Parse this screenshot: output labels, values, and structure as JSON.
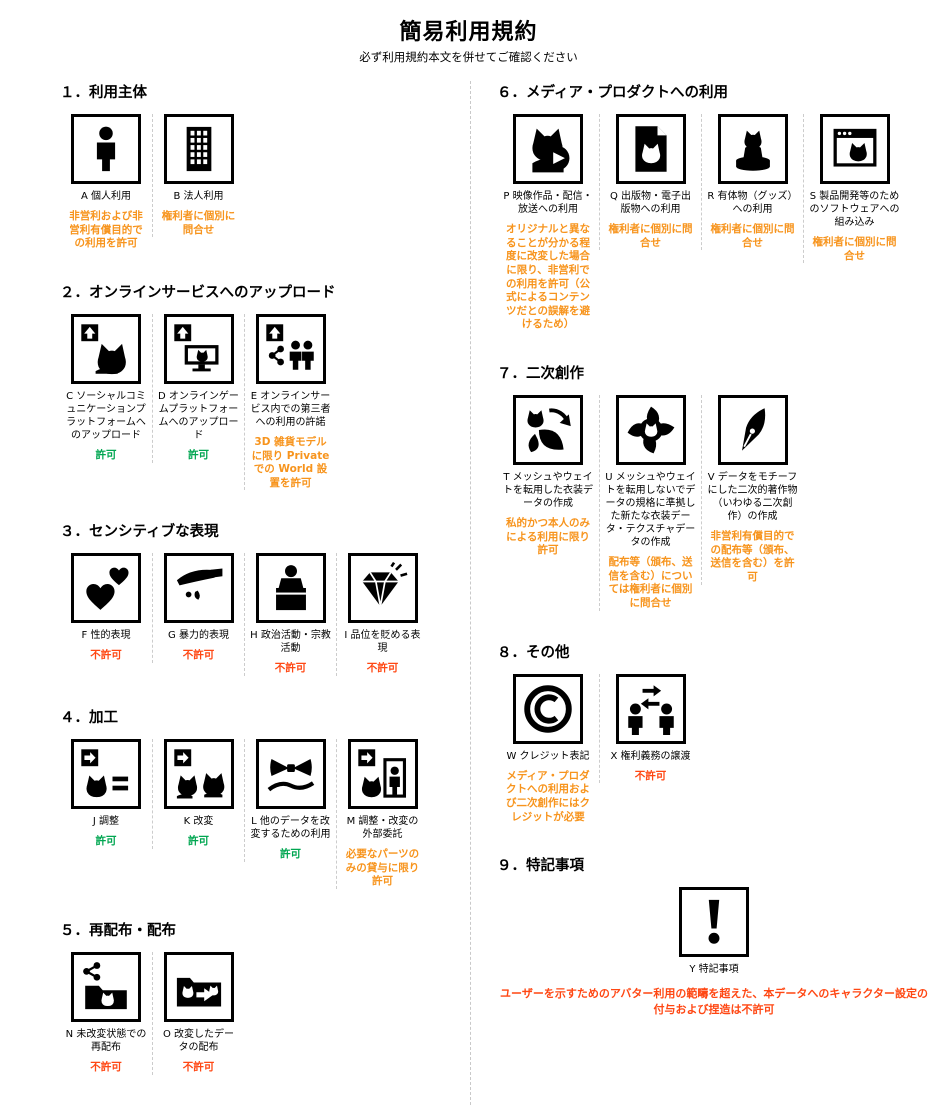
{
  "header": {
    "title": "簡易利用規約",
    "subtitle": "必ず利用規約本文を併せてご確認ください"
  },
  "status_colors": {
    "permit": "#00a651",
    "deny": "#ff4713",
    "conditional": "#f7941d"
  },
  "columns": [
    {
      "sections": [
        {
          "title": "１．利用主体",
          "items": [
            {
              "icon": "person-icon",
              "label": "A 個人利用",
              "status": "非営利および非営利有償目的での利用を許可",
              "status_type": "conditional"
            },
            {
              "icon": "building-icon",
              "label": "B 法人利用",
              "status": "権利者に個別に問合せ",
              "status_type": "conditional"
            }
          ]
        },
        {
          "title": "２．オンラインサービスへのアップロード",
          "items": [
            {
              "icon": "upload-social-icon",
              "label": "C ソーシャルコミュニケーションプラットフォームへのアップロード",
              "status": "許可",
              "status_type": "permit"
            },
            {
              "icon": "upload-game-icon",
              "label": "D オンラインゲームプラットフォームへのアップロード",
              "status": "許可",
              "status_type": "permit"
            },
            {
              "icon": "upload-third-party-icon",
              "label": "E オンラインサービス内での第三者への利用の許諾",
              "status": "3D 雑貨モデルに限り Private での World 設置を許可",
              "status_type": "conditional"
            }
          ]
        },
        {
          "title": "３．センシティブな表現",
          "items": [
            {
              "icon": "hearts-icon",
              "label": "F 性的表現",
              "status": "不許可",
              "status_type": "deny"
            },
            {
              "icon": "knife-icon",
              "label": "G 暴力的表現",
              "status": "不許可",
              "status_type": "deny"
            },
            {
              "icon": "podium-icon",
              "label": "H 政治活動・宗教活動",
              "status": "不許可",
              "status_type": "deny"
            },
            {
              "icon": "gem-icon",
              "label": "I 品位を貶める表現",
              "status": "不許可",
              "status_type": "deny"
            }
          ]
        },
        {
          "title": "４．加工",
          "items": [
            {
              "icon": "adjust-icon",
              "label": "J 調整",
              "status": "許可",
              "status_type": "permit"
            },
            {
              "icon": "modify-icon",
              "label": "K 改変",
              "status": "許可",
              "status_type": "permit"
            },
            {
              "icon": "ribbon-icon",
              "label": "L 他のデータを改変するための利用",
              "status": "許可",
              "status_type": "permit"
            },
            {
              "icon": "outsource-icon",
              "label": "M 調整・改変の外部委託",
              "status": "必要なパーツのみの貸与に限り許可",
              "status_type": "conditional"
            }
          ]
        },
        {
          "title": "５．再配布・配布",
          "items": [
            {
              "icon": "share-folder-icon",
              "label": "N 未改変状態での再配布",
              "status": "不許可",
              "status_type": "deny"
            },
            {
              "icon": "modified-folder-icon",
              "label": "O 改変したデータの配布",
              "status": "不許可",
              "status_type": "deny"
            }
          ]
        }
      ]
    },
    {
      "sections": [
        {
          "title": "６．メディア・プロダクトへの利用",
          "items": [
            {
              "icon": "video-icon",
              "label": "P 映像作品・配信・放送への利用",
              "status": "オリジナルと異なることが分かる程度に改変した場合に限り、非営利での利用を許可（公式によるコンテンツだとの誤解を避けるため）",
              "status_type": "conditional"
            },
            {
              "icon": "publication-icon",
              "label": "Q 出版物・電子出版物への利用",
              "status": "権利者に個別に問合せ",
              "status_type": "conditional"
            },
            {
              "icon": "goods-icon",
              "label": "R 有体物（グッズ）への利用",
              "status": "権利者に個別に問合せ",
              "status_type": "conditional"
            },
            {
              "icon": "software-icon",
              "label": "S 製品開発等のためのソフトウェアへの組み込み",
              "status": "権利者に個別に問合せ",
              "status_type": "conditional"
            }
          ]
        },
        {
          "title": "７．二次創作",
          "items": [
            {
              "icon": "mesh-reuse-icon",
              "label": "T メッシュやウェイトを転用した衣装データの作成",
              "status": "私的かつ本人のみによる利用に限り許可",
              "status_type": "conditional"
            },
            {
              "icon": "costume-icon",
              "label": "U メッシュやウェイトを転用しないでデータの規格に準拠した新たな衣装データ・テクスチャデータの作成",
              "status": "配布等（頒布、送信を含む）については権利者に個別に問合せ",
              "status_type": "conditional"
            },
            {
              "icon": "pen-icon",
              "label": "V データをモチーフにした二次的著作物（いわゆる二次創作）の作成",
              "status": "非営利有償目的での配布等（頒布、送信を含む）を許可",
              "status_type": "conditional"
            }
          ]
        },
        {
          "title": "８．その他",
          "items": [
            {
              "icon": "copyright-icon",
              "label": "W クレジット表記",
              "status": "メディア・プロダクトへの利用および二次創作にはクレジットが必要",
              "status_type": "conditional"
            },
            {
              "icon": "transfer-icon",
              "label": "X 権利義務の譲渡",
              "status": "不許可",
              "status_type": "deny"
            }
          ]
        },
        {
          "title": "９．特記事項",
          "align": "center",
          "items": [
            {
              "icon": "exclamation-icon",
              "label": "Y 特記事項"
            }
          ],
          "note": {
            "text": "ユーザーを示すためのアバター利用の範疇を超えた、本データへのキャラクター設定の付与および捏造は不許可",
            "type": "deny"
          }
        }
      ]
    }
  ]
}
